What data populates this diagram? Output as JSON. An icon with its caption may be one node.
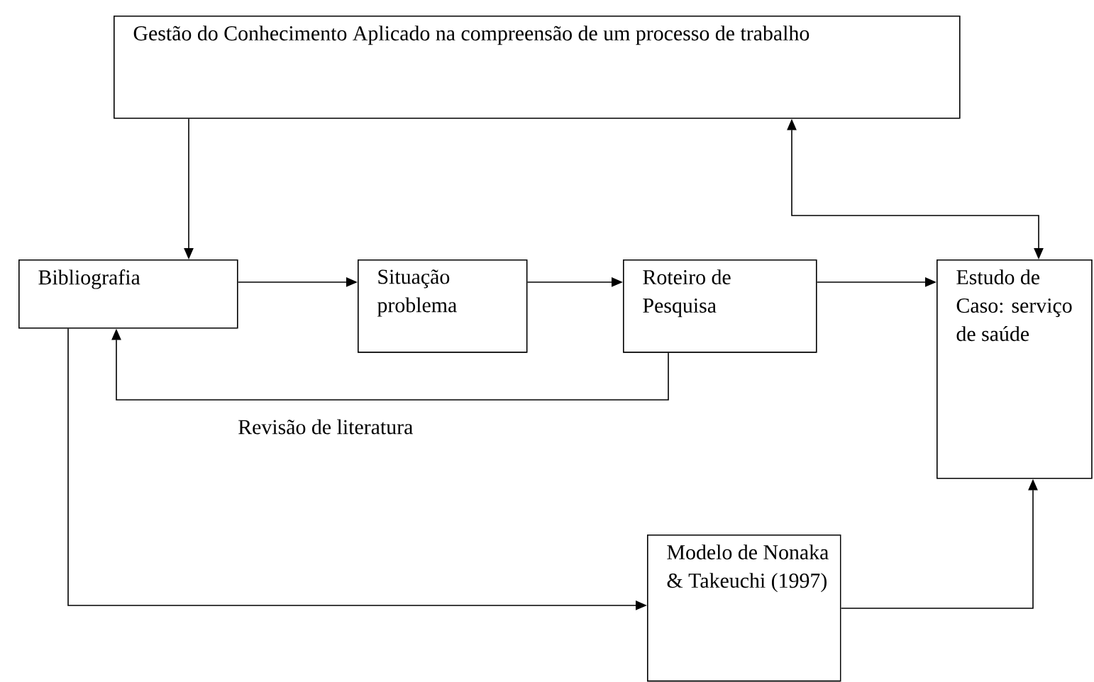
{
  "diagram": {
    "nodes": [
      {
        "text": [
          "Gestão do Conhecimento Aplicado na compreensão de um processo de trabalho"
        ]
      },
      {
        "text": [
          "Bibliografia"
        ]
      },
      {
        "text": [
          "Situação problema"
        ]
      },
      {
        "text": [
          "Roteiro de Pesquisa"
        ]
      },
      {
        "text": [
          "Estudo de Caso: serviço de saúde"
        ]
      },
      {
        "text": [
          "Modelo de Nonaka & Takeuchi (1997)"
        ]
      }
    ],
    "edges": [
      {
        "from": 0,
        "to": 1,
        "arrow": "to"
      },
      {
        "from": 4,
        "to": 0,
        "arrow": "both"
      },
      {
        "from": 1,
        "to": 2,
        "arrow": "to"
      },
      {
        "from": 2,
        "to": 3,
        "arrow": "to"
      },
      {
        "from": 3,
        "to": 4,
        "arrow": "to"
      },
      {
        "from": 3,
        "to": 1,
        "arrow": "to",
        "label": "Revisão de literatura"
      },
      {
        "from": 1,
        "to": 5,
        "arrow": "to"
      },
      {
        "from": 5,
        "to": 4,
        "arrow": "to"
      }
    ]
  }
}
